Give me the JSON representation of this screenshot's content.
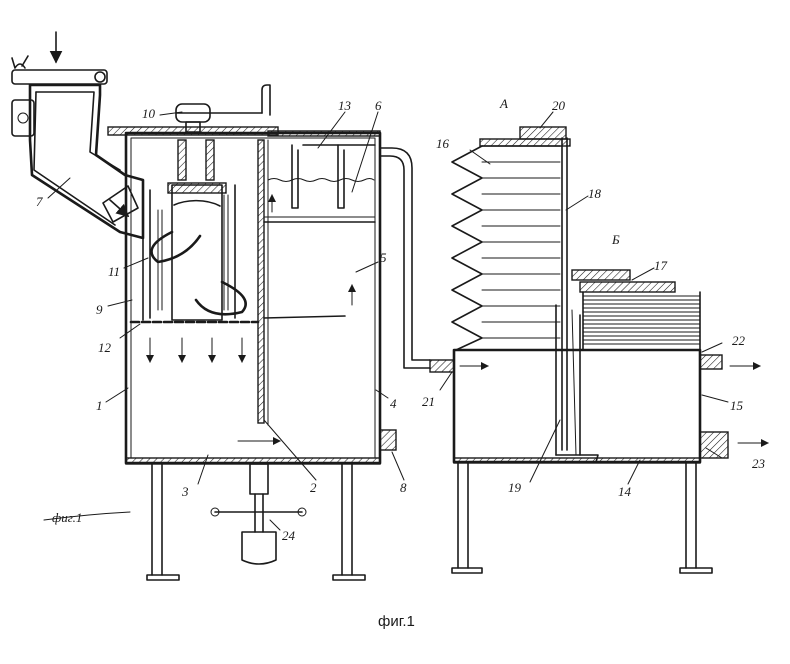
{
  "figure": {
    "caption": "фиг.1",
    "side_caption": "фиг.1"
  },
  "labels": {
    "l1": "1",
    "l2": "2",
    "l3": "3",
    "l4": "4",
    "l5": "5",
    "l6": "6",
    "l7": "7",
    "l8": "8",
    "l9": "9",
    "l10": "10",
    "l11": "11",
    "l12": "12",
    "l13": "13",
    "l14": "14",
    "l15": "15",
    "l16": "16",
    "l17": "17",
    "l18": "18",
    "l19": "19",
    "l20": "20",
    "l21": "21",
    "l22": "22",
    "l23": "23",
    "l24": "24",
    "la": "А",
    "lb": "Б"
  }
}
